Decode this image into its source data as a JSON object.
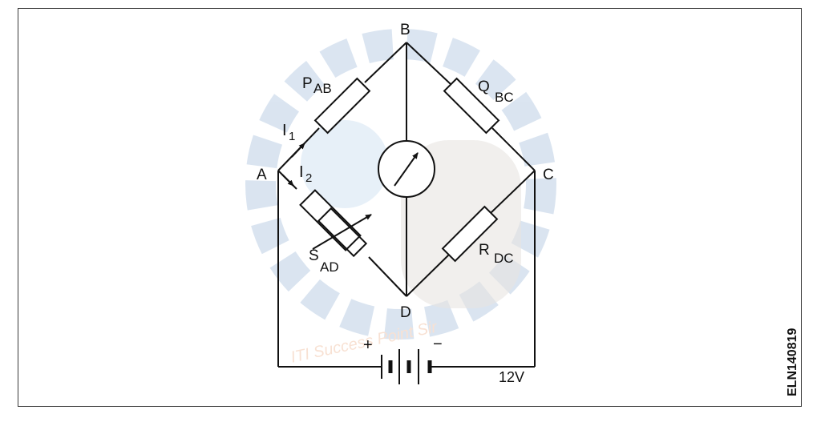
{
  "diagram": {
    "nodes": {
      "a": "A",
      "b": "B",
      "c": "C",
      "d": "D"
    },
    "resistors": {
      "p": {
        "main": "P",
        "sub": "AB"
      },
      "q": {
        "main": "Q",
        "sub": "BC"
      },
      "r": {
        "main": "R",
        "sub": "DC"
      },
      "s": {
        "main": "S",
        "sub": "AD"
      }
    },
    "currents": {
      "i1": {
        "main": "I",
        "sub": "1"
      },
      "i2": {
        "main": "I",
        "sub": "2"
      }
    },
    "battery": {
      "plus": "+",
      "minus": "−",
      "voltage": "12V"
    },
    "figure_code": "ELN140819",
    "watermark_text": "ITI Success Point Sir"
  }
}
